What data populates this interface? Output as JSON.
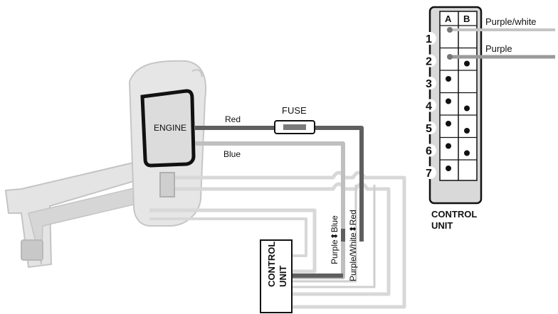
{
  "diagram": {
    "engine_label": "ENGINE",
    "fuse_label": "FUSE",
    "wire_red_label": "Red",
    "wire_blue_label": "Blue",
    "control_unit_lines": [
      "CONTROL",
      "UNIT"
    ],
    "vertical_labels": {
      "purple_blue": "Purple⬍Blue",
      "purplewhite_red": "Purple/White⬍Red"
    }
  },
  "connector": {
    "columns": [
      "A",
      "B"
    ],
    "rows": [
      "1",
      "2",
      "3",
      "4",
      "5",
      "6",
      "7"
    ],
    "pin_a": [
      true,
      false,
      true,
      true,
      true,
      true,
      true
    ],
    "pin_b": [
      false,
      true,
      false,
      true,
      true,
      true,
      false
    ],
    "callout_purple_white": "Purple/white",
    "callout_purple": "Purple",
    "title_lines": [
      "CONTROL",
      "UNIT"
    ]
  },
  "colors": {
    "red_wire": "#666666",
    "blue_wire": "#bfbfbf",
    "light_wire": "#cfcfcf",
    "body": "#d9d9d9",
    "body_stroke": "#bdbdbd"
  }
}
